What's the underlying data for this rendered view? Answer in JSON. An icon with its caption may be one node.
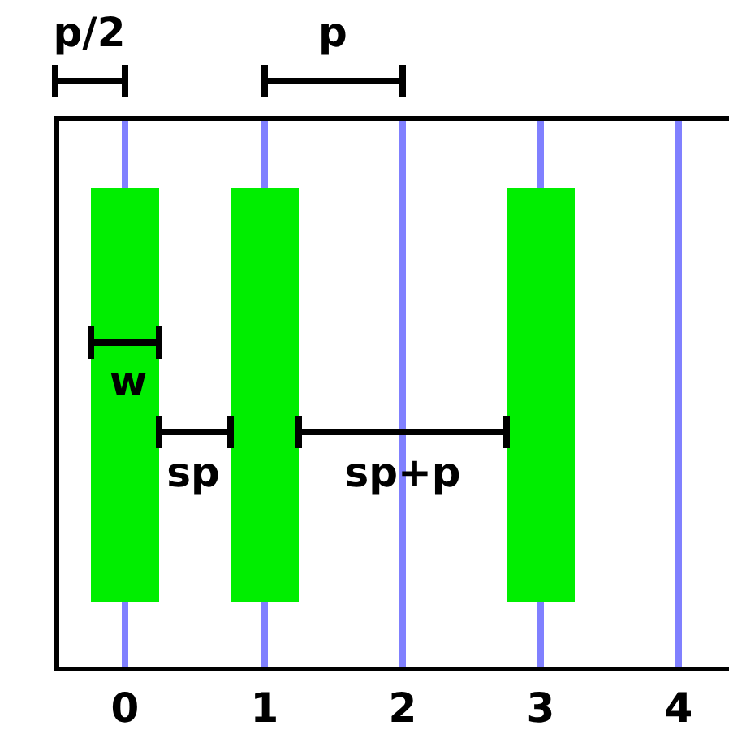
{
  "diagram": {
    "nodes": [
      {
        "text": [],
        "shape": "bar"
      },
      {
        "text": [],
        "shape": "bar"
      },
      {
        "text": [],
        "shape": "bar"
      }
    ],
    "labels": [
      "p/2",
      "p",
      "w",
      "sp",
      "sp+p",
      "0",
      "1",
      "2",
      "3",
      "4"
    ]
  }
}
